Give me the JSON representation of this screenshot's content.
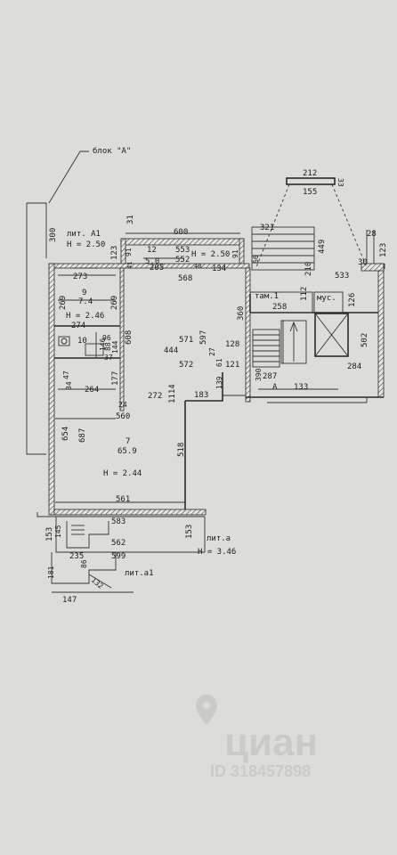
{
  "plan": {
    "block_label": "блок \"А\"",
    "lit_a1_top": "лит. А1",
    "h_250_left": "H = 2.50",
    "h_250_right": "H = 2.50",
    "h_246": "H = 2.46",
    "h_244": "H = 2.44",
    "h_346": "H = 3.46",
    "lit_a": "лит.а",
    "lit_a1_bottom": "лит.а1",
    "tam": "там.1",
    "mus": "мус.",
    "letter_a": "A",
    "room12_num": "12",
    "room12_area": "5.0",
    "room9_num": "9",
    "room9_area": "7.4",
    "room10_num": "10",
    "room7_num": "7",
    "room7_area": "65.9",
    "dims": {
      "d300": "300",
      "d31": "31",
      "d600": "600",
      "d553": "553",
      "d552": "552",
      "d123a": "123",
      "d91a": "91",
      "d41": "41",
      "d205": "205",
      "d40": "40",
      "d91b": "91",
      "d134": "134",
      "d568": "568",
      "d273": "273",
      "d269a": "269",
      "d269b": "269",
      "d274": "274",
      "d96": "96",
      "d146": "146",
      "d88": "88",
      "d144": "144",
      "d37": "37",
      "d608": "608",
      "d571": "571",
      "d597": "597",
      "d444": "444",
      "d572": "572",
      "d360": "360",
      "d128": "128",
      "d121": "121",
      "d27": "27",
      "d61": "61",
      "d139": "139",
      "d390": "390",
      "d47": "47",
      "d34": "34",
      "d264": "264",
      "d177": "177",
      "d24": "24",
      "d272": "272",
      "d1114": "1114",
      "d183": "183",
      "d560": "560",
      "d654": "654",
      "d687": "687",
      "d518": "518",
      "d561": "561",
      "d153a": "153",
      "d145": "145",
      "d583": "583",
      "d562": "562",
      "d153b": "153",
      "d235": "235",
      "d599": "599",
      "d181": "181",
      "d86": "86",
      "d132": "132",
      "d147": "147",
      "d212": "212",
      "d155": "155",
      "d33": "33",
      "d321": "321",
      "d449": "449",
      "d66": "66",
      "d210": "210",
      "d533": "533",
      "d30": "30",
      "d28": "28",
      "d123b": "123",
      "d258": "258",
      "d112": "112",
      "d126": "126",
      "d502": "502",
      "d284": "284",
      "d287": "287",
      "d133": "133"
    }
  },
  "watermark": {
    "brand": "циан",
    "id": "ID 318457898"
  }
}
